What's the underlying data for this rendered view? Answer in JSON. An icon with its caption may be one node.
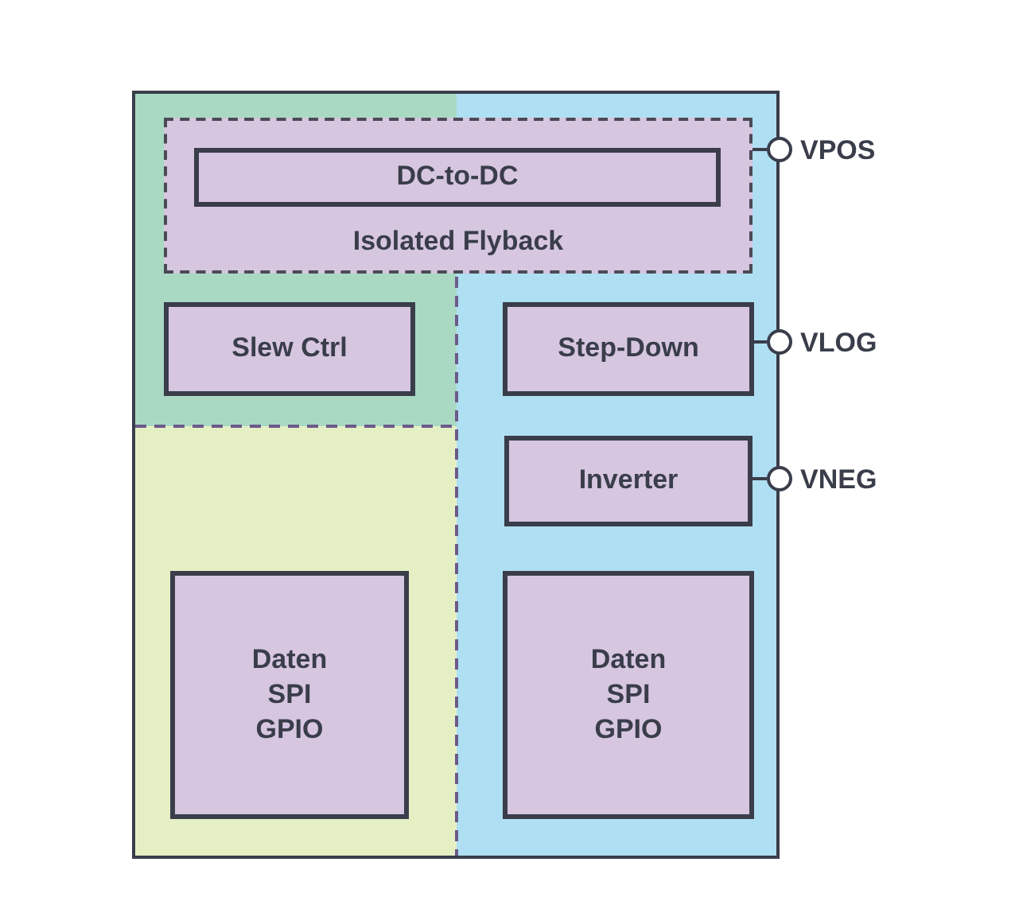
{
  "diagram": {
    "nodes": [
      {
        "text": [],
        "shape": "box"
      },
      {
        "text": [
          "Isolated Flyback"
        ],
        "in": 0
      },
      {
        "text": [
          "DC-to-DC"
        ],
        "in": 1
      },
      {
        "text": [
          "Slew Ctrl"
        ],
        "in": 0
      },
      {
        "text": [
          "Step-Down"
        ],
        "in": 0
      },
      {
        "text": [
          "Inverter"
        ],
        "in": 0
      },
      {
        "text": [
          "Daten SPI GPIO"
        ],
        "in": 0
      },
      {
        "text": [
          "Daten SPI GPIO"
        ],
        "in": 0
      },
      {
        "text": [],
        "shape": "circle",
        "beside": [
          "VPOS"
        ]
      },
      {
        "text": [],
        "shape": "circle",
        "beside": [
          "VLOG"
        ]
      },
      {
        "text": [],
        "shape": "circle",
        "beside": [
          "VNEG"
        ]
      }
    ],
    "edges": [
      {
        "from": 1,
        "to": 8,
        "arrow": "none"
      },
      {
        "from": 4,
        "to": 9,
        "arrow": "none"
      },
      {
        "from": 5,
        "to": 10,
        "arrow": "none"
      }
    ]
  }
}
